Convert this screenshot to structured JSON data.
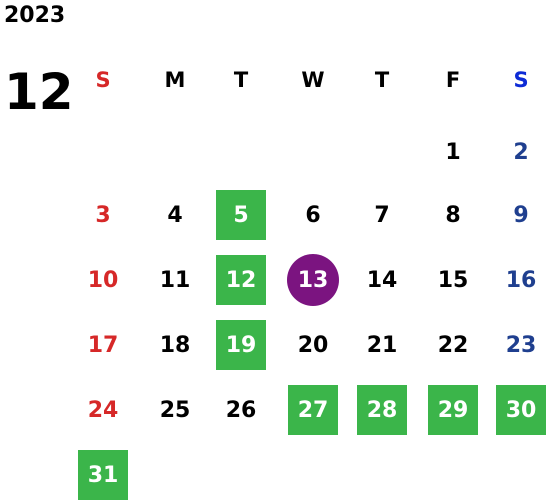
{
  "header": {
    "year": "2023",
    "month": "12"
  },
  "weekdays": [
    "S",
    "M",
    "T",
    "W",
    "T",
    "F",
    "S"
  ],
  "weekday_colors": {
    "sunday": "#d62828",
    "saturday": "#0d2bd6",
    "weekday": "#000000"
  },
  "colors": {
    "highlight": "#3bb54a",
    "today": "#7b1480",
    "sunday_date": "#d62828",
    "saturday_date": "#1f3f8f"
  },
  "weeks": [
    [
      "",
      "",
      "",
      "",
      "",
      "1",
      "2"
    ],
    [
      "3",
      "4",
      "5",
      "6",
      "7",
      "8",
      "9"
    ],
    [
      "10",
      "11",
      "12",
      "13",
      "14",
      "15",
      "16"
    ],
    [
      "17",
      "18",
      "19",
      "20",
      "21",
      "22",
      "23"
    ],
    [
      "24",
      "25",
      "26",
      "27",
      "28",
      "29",
      "30"
    ],
    [
      "31",
      "",
      "",
      "",
      "",
      "",
      ""
    ]
  ],
  "highlighted_days": [
    "5",
    "12",
    "19",
    "27",
    "28",
    "29",
    "30",
    "31"
  ],
  "today": "13"
}
